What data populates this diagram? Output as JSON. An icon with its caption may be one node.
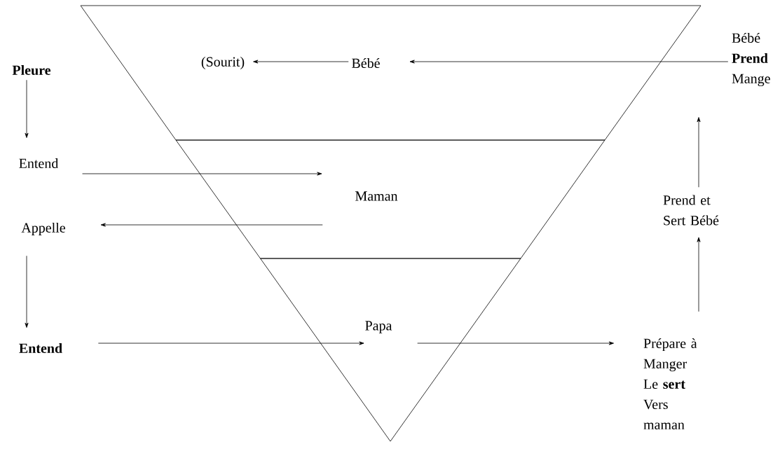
{
  "diagram": {
    "nodes": [
      {
        "text": [
          "Pleure"
        ]
      },
      {
        "text": [
          "Entend"
        ]
      },
      {
        "text": [
          "Appelle"
        ]
      },
      {
        "text": [
          "Entend"
        ]
      },
      {
        "text": [
          "(Sourit)"
        ]
      },
      {
        "text": [
          "Bébé"
        ]
      },
      {
        "text": [
          "Maman"
        ]
      },
      {
        "text": [
          "Papa"
        ]
      },
      {
        "text": [
          "Bébé **Prend** Mange"
        ]
      },
      {
        "text": [
          "Prend et Sert Bébé"
        ]
      },
      {
        "text": [
          "Prépare à Manger Le **sert** Vers maman"
        ]
      }
    ],
    "edges": [
      {
        "from": 0,
        "to": 1,
        "arrow": "to"
      },
      {
        "from": 1,
        "to": 6,
        "arrow": "to"
      },
      {
        "from": 6,
        "to": 2,
        "arrow": "to"
      },
      {
        "from": 2,
        "to": 3,
        "arrow": "to"
      },
      {
        "from": 3,
        "to": 7,
        "arrow": "to"
      },
      {
        "from": 7,
        "to": 10,
        "arrow": "to"
      },
      {
        "from": 10,
        "to": 9,
        "arrow": "to"
      },
      {
        "from": 9,
        "to": 8,
        "arrow": "to"
      },
      {
        "from": 8,
        "to": 5,
        "arrow": "to"
      },
      {
        "from": 5,
        "to": 4,
        "arrow": "to"
      }
    ]
  }
}
